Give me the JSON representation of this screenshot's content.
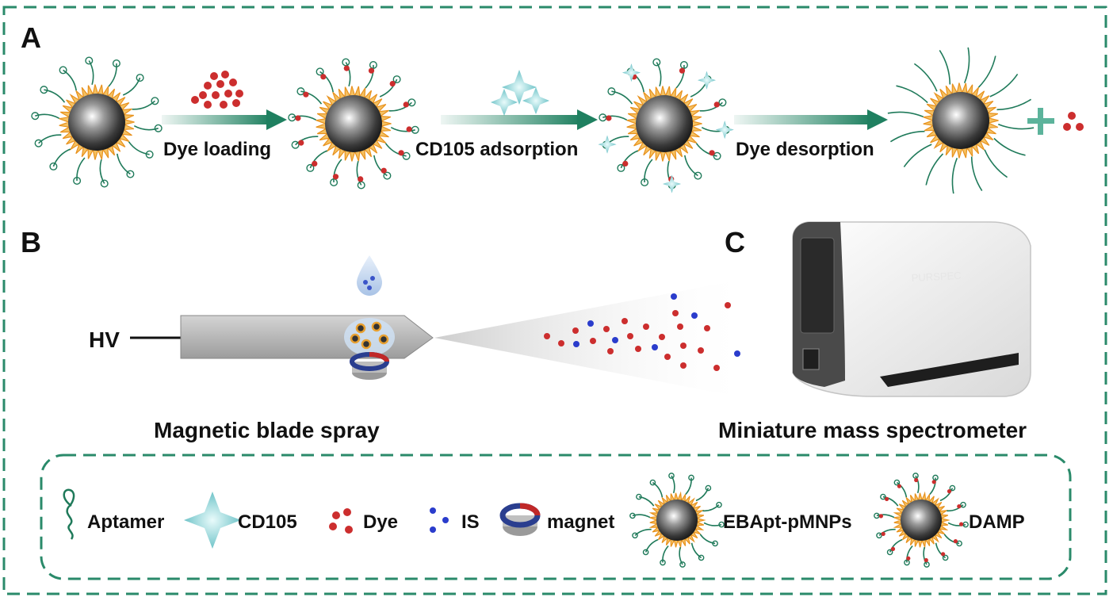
{
  "panels": {
    "a": "A",
    "b": "B",
    "c": "C"
  },
  "steps": {
    "dye_loading": "Dye loading",
    "cd105_adsorption": "CD105 adsorption",
    "dye_desorption": "Dye desorption"
  },
  "blade": {
    "hv_label": "HV",
    "caption": "Magnetic blade spray"
  },
  "spectrometer": {
    "caption": "Miniature mass spectrometer"
  },
  "legend": {
    "aptamer": "Aptamer",
    "cd105": "CD105",
    "dye": "Dye",
    "is": "IS",
    "magnet": "magnet",
    "ebapt": "EBApt-pMNPs",
    "damp": "DAMP"
  },
  "colors": {
    "frame": "#2a8a6a",
    "dye": "#cc2e2e",
    "is": "#2a3ccc",
    "cd105": "#8fd2d6",
    "shell": "#f0a030",
    "aptamer": "#1f7a5a"
  },
  "icons": {
    "aptamer": "aptamer-strand-icon",
    "cd105": "star-crystal-icon",
    "dye": "red-dot-cluster-icon",
    "is": "blue-dot-icon",
    "magnet": "ring-magnet-icon"
  }
}
